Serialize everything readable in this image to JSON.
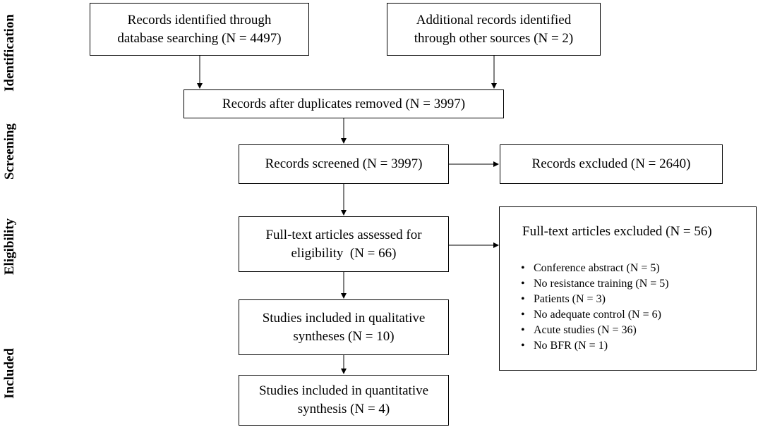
{
  "stages": {
    "identification": "Identification",
    "screening": "Screening",
    "eligibility": "Eligibility",
    "included": "Included"
  },
  "boxes": {
    "db_search": {
      "line1": "Records identified through",
      "line2": "database searching (N = 4497)"
    },
    "other_sources": {
      "line1": "Additional records identified",
      "line2": "through other sources (N = 2)"
    },
    "after_duplicates": {
      "line1": "Records after duplicates removed (N = 3997)"
    },
    "screened": {
      "line1": "Records screened (N = 3997)"
    },
    "excluded": {
      "line1": "Records excluded (N = 2640)"
    },
    "fulltext_assessed": {
      "line1": "Full-text articles assessed for",
      "line2": "eligibility  (N = 66)"
    },
    "qualitative": {
      "line1": "Studies included in qualitative",
      "line2": "syntheses (N = 10)"
    },
    "quantitative": {
      "line1": "Studies included in quantitative",
      "line2": "synthesis (N = 4)"
    }
  },
  "fulltext_excluded": {
    "title": "Full-text articles excluded (N = 56)",
    "bullet": "•",
    "reasons": [
      "Conference abstract (N = 5)",
      "No resistance training (N = 5)",
      "Patients (N = 3)",
      "No adequate control (N = 6)",
      "Acute studies (N = 36)",
      "No BFR (N = 1)"
    ]
  }
}
